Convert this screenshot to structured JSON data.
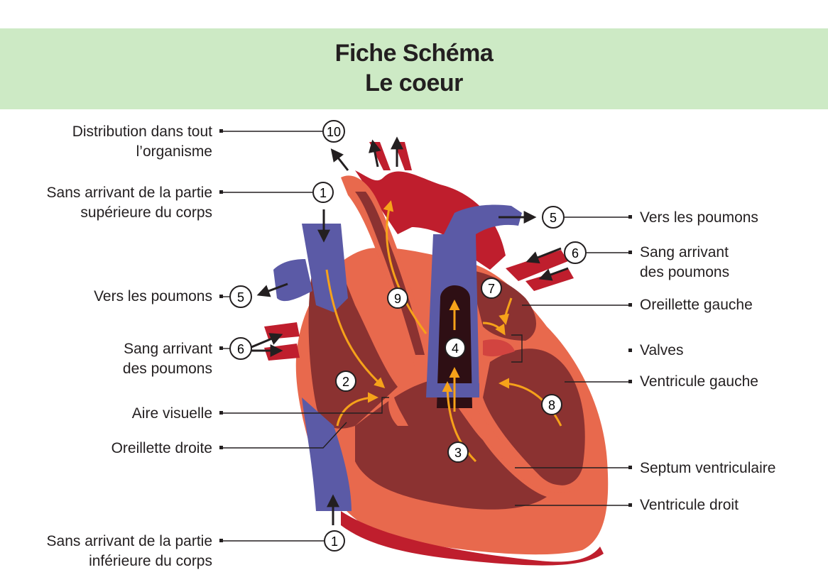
{
  "header": {
    "line1": "Fiche Schéma",
    "line2": "Le coeur"
  },
  "labels_left": [
    {
      "lines": [
        "Distribution dans tout",
        "l’organisme"
      ]
    },
    {
      "lines": [
        "Sans arrivant de la partie",
        "supérieure du corps"
      ]
    },
    {
      "lines": [
        "Vers les poumons"
      ]
    },
    {
      "lines": [
        "Sang arrivant",
        "des poumons"
      ]
    },
    {
      "lines": [
        "Aire visuelle"
      ]
    },
    {
      "lines": [
        "Oreillette droite"
      ]
    },
    {
      "lines": [
        "Sans arrivant de la partie",
        "inférieure du corps"
      ]
    }
  ],
  "labels_right": [
    {
      "lines": [
        "Vers les poumons"
      ]
    },
    {
      "lines": [
        "Sang arrivant",
        "des poumons"
      ]
    },
    {
      "lines": [
        "Oreillette gauche"
      ]
    },
    {
      "lines": [
        "Valves"
      ]
    },
    {
      "lines": [
        "Ventricule gauche"
      ]
    },
    {
      "lines": [
        "Septum ventriculaire"
      ]
    },
    {
      "lines": [
        "Ventricule droit"
      ]
    }
  ],
  "markers": [
    "10",
    "1",
    "5",
    "6",
    "2",
    "1",
    "5",
    "6",
    "7",
    "9",
    "4",
    "8",
    "3"
  ],
  "colors": {
    "header_bg": "#cdeac5",
    "vein_blue": "#5b5aa6",
    "artery_red": "#bf1e2d",
    "muscle_outer": "#e8694d",
    "muscle_dark": "#8b3231",
    "flow_arrow": "#f6a21a"
  }
}
